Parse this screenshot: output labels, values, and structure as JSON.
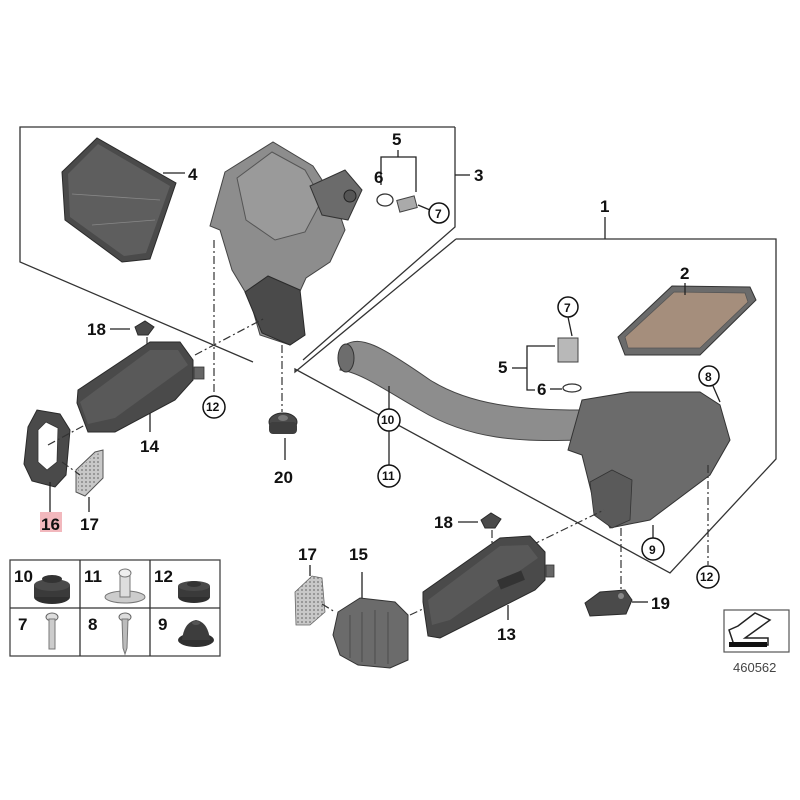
{
  "diagram": {
    "title_ref": "460562",
    "highlight_color": "#f2b8bd",
    "labels": {
      "p1": "1",
      "p2": "2",
      "p3": "3",
      "p4": "4",
      "p5a": "5",
      "p6a": "6",
      "p7a": "7",
      "p5b": "5",
      "p6b": "6",
      "p7b": "7",
      "p8": "8",
      "p9": "9",
      "p10": "10",
      "p11": "11",
      "p12a": "12",
      "p12b": "12",
      "p13": "13",
      "p14": "14",
      "p15": "15",
      "p16": "16",
      "p17a": "17",
      "p17b": "17",
      "p18a": "18",
      "p18b": "18",
      "p19": "19",
      "p20": "20"
    },
    "hardware_table": [
      {
        "label": "10",
        "part": "grommet"
      },
      {
        "label": "11",
        "part": "expanding-rivet"
      },
      {
        "label": "12",
        "part": "grommet"
      },
      {
        "label": "7",
        "part": "screw"
      },
      {
        "label": "8",
        "part": "self-tapping-screw"
      },
      {
        "label": "9",
        "part": "grommet"
      }
    ],
    "highlighted_part": "16"
  }
}
